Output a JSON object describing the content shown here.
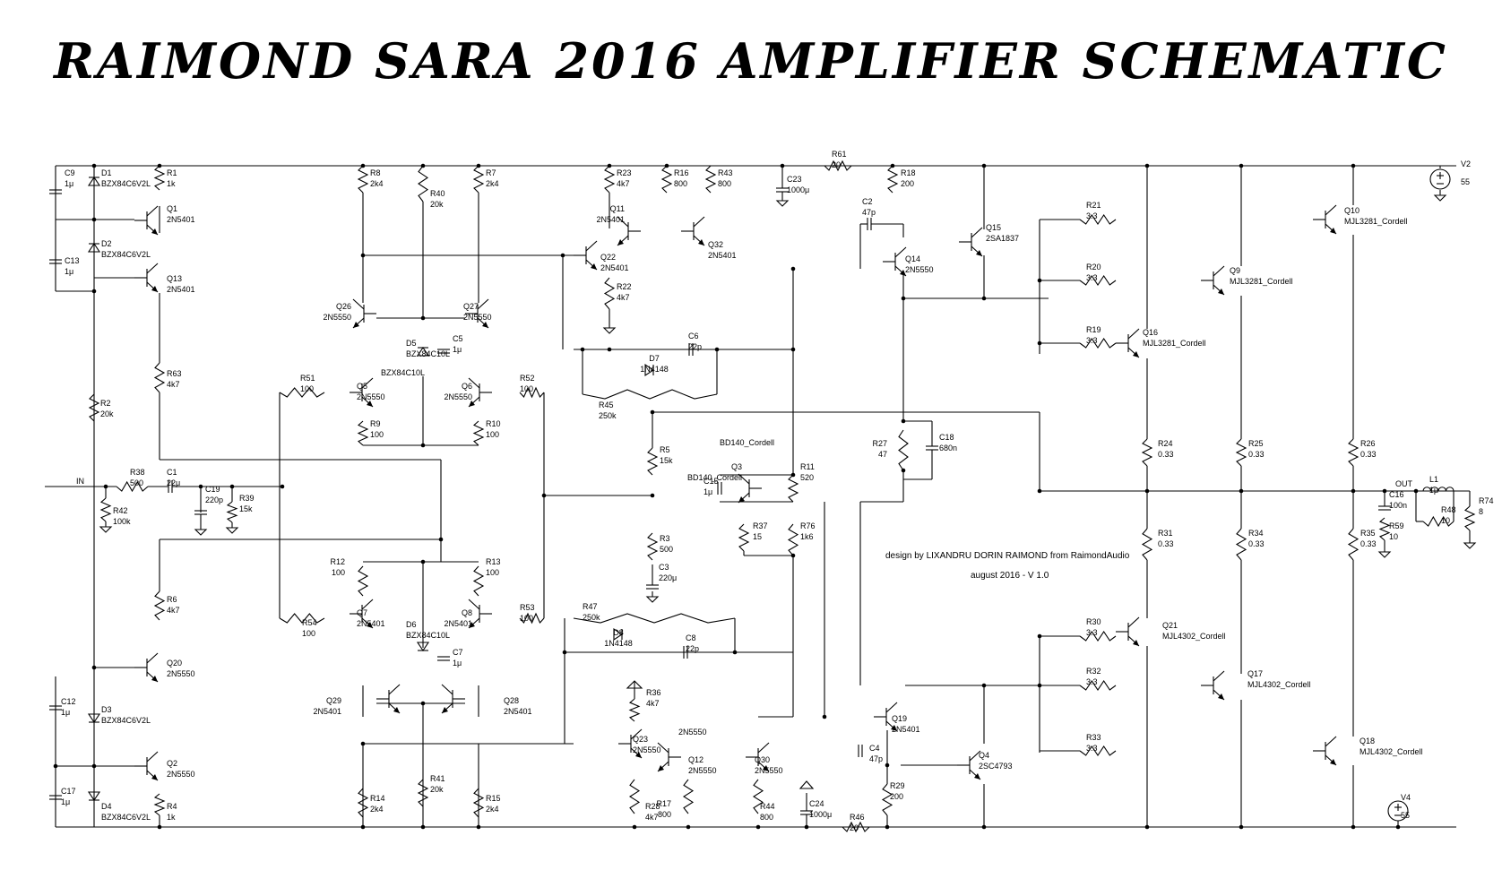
{
  "title": "RAIMOND  SARA 2016  AMPLIFIER  SCHEMATIC",
  "credits": {
    "designer": "design by LIXANDRU DORIN RAIMOND from RaimondAudio",
    "version": "august 2016 - V 1.0"
  },
  "ports": {
    "input": "IN",
    "output": "OUT"
  },
  "components": {
    "V2": [
      "V2",
      "55"
    ],
    "V4": [
      "V4",
      "55"
    ],
    "R1": [
      "R1",
      "1k"
    ],
    "R2": [
      "R2",
      "20k"
    ],
    "R3": [
      "R3",
      "500"
    ],
    "R4": [
      "R4",
      "1k"
    ],
    "R5": [
      "R5",
      "15k"
    ],
    "R6": [
      "R6",
      "4k7"
    ],
    "R7": [
      "R7",
      "2k4"
    ],
    "R8": [
      "R8",
      "2k4"
    ],
    "R9": [
      "R9",
      "100"
    ],
    "R10": [
      "R10",
      "100"
    ],
    "R11": [
      "R11",
      "520"
    ],
    "R12": [
      "R12",
      "100"
    ],
    "R13": [
      "R13",
      "100"
    ],
    "R14": [
      "R14",
      "2k4"
    ],
    "R15": [
      "R15",
      "2k4"
    ],
    "R16": [
      "R16",
      "800"
    ],
    "R17": [
      "R17",
      "800"
    ],
    "R18": [
      "R18",
      "200"
    ],
    "R19": [
      "R19",
      "3.3"
    ],
    "R20": [
      "R20",
      "3.3"
    ],
    "R21": [
      "R21",
      "3.3"
    ],
    "R22": [
      "R22",
      "4k7"
    ],
    "R23": [
      "R23",
      "4k7"
    ],
    "R24": [
      "R24",
      "0.33"
    ],
    "R25": [
      "R25",
      "0.33"
    ],
    "R26": [
      "R26",
      "0.33"
    ],
    "R27": [
      "R27",
      "47"
    ],
    "R28": [
      "R28",
      "4k7"
    ],
    "R29": [
      "R29",
      "200"
    ],
    "R30": [
      "R30",
      "3.3"
    ],
    "R31": [
      "R31",
      "0.33"
    ],
    "R32": [
      "R32",
      "3.3"
    ],
    "R33": [
      "R33",
      "3.3"
    ],
    "R34": [
      "R34",
      "0.33"
    ],
    "R35": [
      "R35",
      "0.33"
    ],
    "R36": [
      "R36",
      "4k7"
    ],
    "R37": [
      "R37",
      "15"
    ],
    "R38": [
      "R38",
      "500"
    ],
    "R39": [
      "R39",
      "15k"
    ],
    "R40": [
      "R40",
      "20k"
    ],
    "R41": [
      "R41",
      "20k"
    ],
    "R42": [
      "R42",
      "100k"
    ],
    "R43": [
      "R43",
      "800"
    ],
    "R44": [
      "R44",
      "800"
    ],
    "R45": [
      "R45",
      "250k"
    ],
    "R46": [
      "R46",
      "20"
    ],
    "R47": [
      "R47",
      "250k"
    ],
    "R48": [
      "R48",
      "10"
    ],
    "R51": [
      "R51",
      "100"
    ],
    "R52": [
      "R52",
      "100"
    ],
    "R53": [
      "R53",
      "100"
    ],
    "R54": [
      "R54",
      "100"
    ],
    "R59": [
      "R59",
      "10"
    ],
    "R61": [
      "R61",
      "20"
    ],
    "R63": [
      "R63",
      "4k7"
    ],
    "R74": [
      "R74",
      "8"
    ],
    "R76": [
      "R76",
      "1k6"
    ],
    "C1": [
      "C1",
      "22μ"
    ],
    "C2": [
      "C2",
      "47p"
    ],
    "C3": [
      "C3",
      "220μ"
    ],
    "C4": [
      "C4",
      "47p"
    ],
    "C5": [
      "C5",
      "1μ"
    ],
    "C6": [
      "C6",
      "22p"
    ],
    "C7": [
      "C7",
      "1μ"
    ],
    "C8": [
      "C8",
      "22p"
    ],
    "C9": [
      "C9",
      "1μ"
    ],
    "C12": [
      "C12",
      "1μ"
    ],
    "C13": [
      "C13",
      "1μ"
    ],
    "C15": [
      "C15",
      "1μ"
    ],
    "C16": [
      "C16",
      "100n"
    ],
    "C17": [
      "C17",
      "1μ"
    ],
    "C18": [
      "C18",
      "680n"
    ],
    "C19": [
      "C19",
      "220p"
    ],
    "C23": [
      "C23",
      "1000μ"
    ],
    "C24": [
      "C24",
      "1000μ"
    ],
    "L1": [
      "L1",
      "1μ"
    ],
    "D1": [
      "D1",
      "BZX84C6V2L"
    ],
    "D2": [
      "D2",
      "BZX84C6V2L"
    ],
    "D3": [
      "D3",
      "BZX84C6V2L"
    ],
    "D4": [
      "D4",
      "BZX84C6V2L"
    ],
    "D5": [
      "D5",
      "BZX84C10L"
    ],
    "D6": [
      "D6",
      "BZX84C10L"
    ],
    "D7": [
      "D7",
      "1N4148"
    ],
    "D8": [
      "D8",
      "1N4148"
    ],
    "Q1": [
      "Q1",
      "2N5401"
    ],
    "Q2": [
      "Q2",
      "2N5550"
    ],
    "Q3": [
      "Q3",
      "BD140_Cordell"
    ],
    "Q4": [
      "Q4",
      "2SC4793"
    ],
    "Q5": [
      "Q5",
      "2N5550"
    ],
    "Q6": [
      "Q6",
      "2N5550"
    ],
    "Q7": [
      "Q7",
      "2N5401"
    ],
    "Q8": [
      "Q8",
      "2N5401"
    ],
    "Q9": [
      "Q9",
      "MJL3281_Cordell"
    ],
    "Q10": [
      "Q10",
      "MJL3281_Cordell"
    ],
    "Q11": [
      "Q11",
      "2N5401"
    ],
    "Q12": [
      "Q12",
      "2N5550"
    ],
    "Q13": [
      "Q13",
      "2N5401"
    ],
    "Q14": [
      "Q14",
      "2N5550"
    ],
    "Q15": [
      "Q15",
      "2SA1837"
    ],
    "Q16": [
      "Q16",
      "MJL3281_Cordell"
    ],
    "Q17": [
      "Q17",
      "MJL4302_Cordell"
    ],
    "Q18": [
      "Q18",
      "MJL4302_Cordell"
    ],
    "Q19": [
      "Q19",
      "2N5401"
    ],
    "Q20": [
      "Q20",
      "2N5550"
    ],
    "Q21": [
      "Q21",
      "MJL4302_Cordell"
    ],
    "Q22": [
      "Q22",
      "2N5401"
    ],
    "Q23": [
      "Q23",
      "2N5550"
    ],
    "Q26": [
      "Q26",
      "2N5550"
    ],
    "Q27": [
      "Q27",
      "2N5550"
    ],
    "Q28": [
      "Q28",
      "2N5401"
    ],
    "Q29": [
      "Q29",
      "2N5401"
    ],
    "Q30": [
      "Q30",
      "2N5550"
    ],
    "Q32": [
      "Q32",
      "2N5401"
    ]
  }
}
